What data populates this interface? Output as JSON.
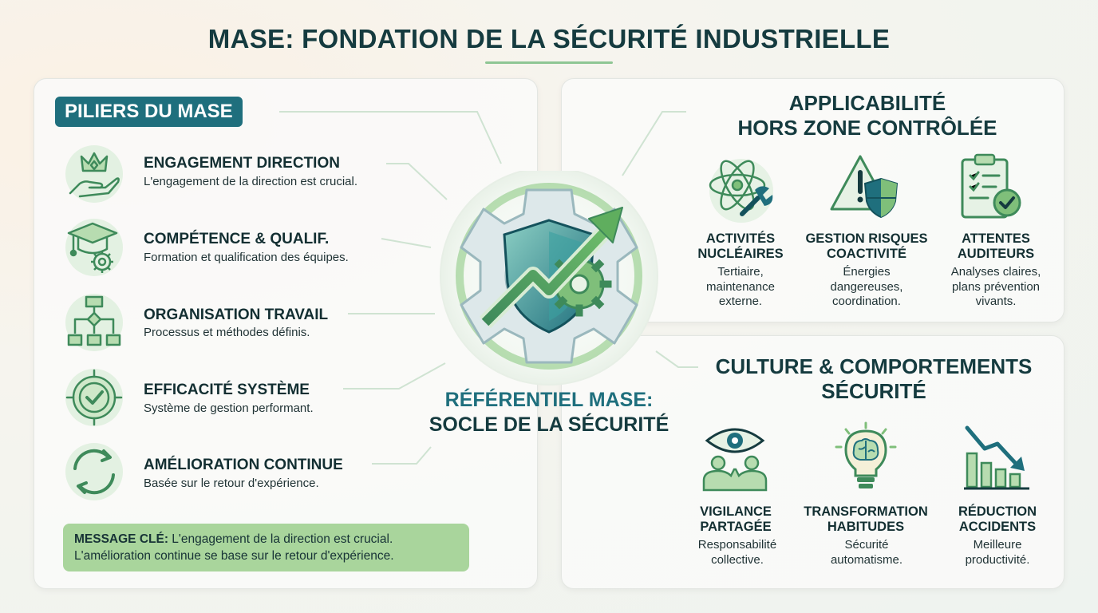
{
  "title": "MASE: FONDATION DE LA SÉCURITÉ INDUSTRIELLE",
  "pillars_header": "PILIERS DU MASE",
  "pillars": [
    {
      "icon": "crown-hand-icon",
      "title": "ENGAGEMENT DIRECTION",
      "desc": "L'engagement de la direction est crucial."
    },
    {
      "icon": "graduation-cap-gear-icon",
      "title": "COMPÉTENCE & QUALIF.",
      "desc": "Formation et qualification des équipes."
    },
    {
      "icon": "flowchart-icon",
      "title": "ORGANISATION TRAVAIL",
      "desc": "Processus et méthodes définis."
    },
    {
      "icon": "target-check-icon",
      "title": "EFFICACITÉ SYSTÈME",
      "desc": "Système de gestion performant."
    },
    {
      "icon": "cycle-arrows-icon",
      "title": "AMÉLIORATION CONTINUE",
      "desc": "Basée sur le retour d'expérience."
    }
  ],
  "key_message": {
    "label": "MESSAGE CLÉ:",
    "line1": " L'engagement de la direction est crucial.",
    "line2": "L'amélioration continue se base sur le retour d'expérience."
  },
  "center": {
    "line1": "RÉFÉRENTIEL MASE:",
    "line2": "SOCLE DE LA SÉCURITÉ"
  },
  "applicability": {
    "title_line1": "APPLICABILITÉ",
    "title_line2": "HORS ZONE CONTRÔLÉE",
    "cards": [
      {
        "icon": "atom-wrench-icon",
        "title1": "ACTIVITÉS",
        "title2": "NUCLÉAIRES",
        "desc1": "Tertiaire,",
        "desc2": "maintenance",
        "desc3": "externe."
      },
      {
        "icon": "warning-shield-icon",
        "title1": "GESTION RISQUES",
        "title2": "COACTIVITÉ",
        "desc1": "Énergies",
        "desc2": "dangereuses,",
        "desc3": "coordination."
      },
      {
        "icon": "clipboard-check-icon",
        "title1": "ATTENTES",
        "title2": "AUDITEURS",
        "desc1": "Analyses claires,",
        "desc2": "plans prévention",
        "desc3": "vivants."
      }
    ]
  },
  "culture": {
    "title_line1": "CULTURE & COMPORTEMENTS",
    "title_line2": "SÉCURITÉ",
    "cards": [
      {
        "icon": "eye-people-icon",
        "title1": "VIGILANCE",
        "title2": "PARTAGÉE",
        "desc1": "Responsabilité",
        "desc2": "collective."
      },
      {
        "icon": "brain-lightbulb-icon",
        "title1": "TRANSFORMATION",
        "title2": "HABITUDES",
        "desc1": "Sécurité",
        "desc2": "automatisme."
      },
      {
        "icon": "declining-chart-icon",
        "title1": "RÉDUCTION",
        "title2": "ACCIDENTS",
        "desc1": "Meilleure",
        "desc2": "productivité."
      }
    ]
  },
  "colors": {
    "teal": "#1f6f7d",
    "dark": "#153b3f",
    "green": "#5aa36a",
    "light_green": "#a9d59c"
  }
}
